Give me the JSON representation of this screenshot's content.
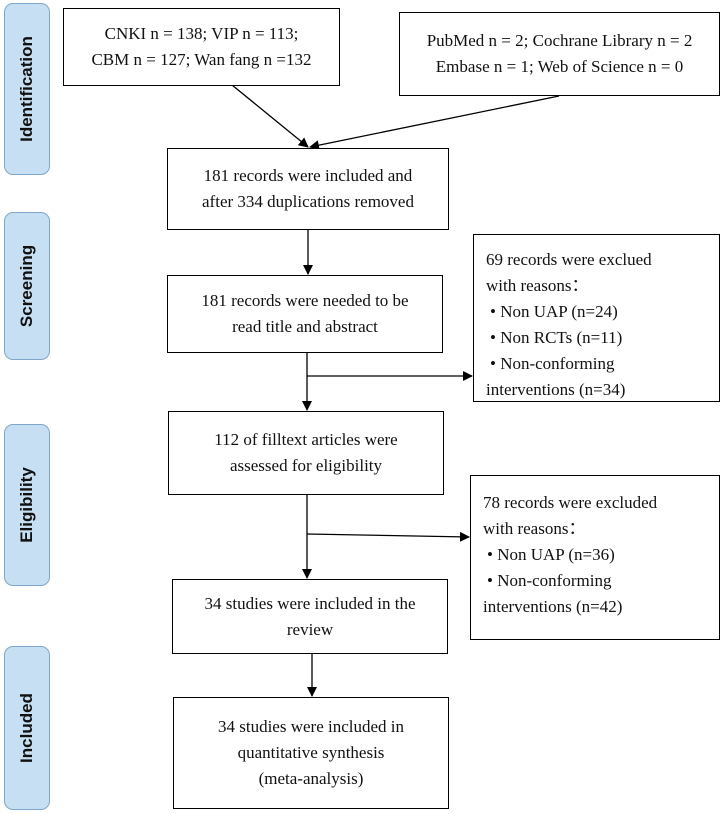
{
  "stages": [
    {
      "label": "Identification"
    },
    {
      "label": "Screening"
    },
    {
      "label": "Eligibility"
    },
    {
      "label": "Included"
    }
  ],
  "sources": {
    "chinese": [
      "CNKI n = 138; VIP n = 113;",
      "CBM n = 127; Wan fang n =132"
    ],
    "english": [
      "PubMed n = 2; Cochrane Library n = 2",
      "Embase n = 1; Web of Science n = 0"
    ]
  },
  "flow": {
    "after_duplicates": [
      "181 records were included and",
      "after 334 duplications removed"
    ],
    "title_abstract": [
      "181 records were needed to be",
      "read title and abstract"
    ],
    "fulltext": [
      "112 of filltext articles were",
      "assessed for eligibility"
    ],
    "review": [
      "34 studies were included in the",
      "review"
    ],
    "synthesis": [
      "34 studies were included in",
      "quantitative synthesis",
      "(meta-analysis)"
    ]
  },
  "exclusions": {
    "screening": {
      "heading": [
        "69 records were exclued",
        "with reasons："
      ],
      "reasons": [
        "• Non UAP (n=24)",
        "• Non RCTs (n=11)",
        "• Non-conforming",
        "interventions (n=34)"
      ]
    },
    "eligibility": {
      "heading": [
        "78 records were excluded",
        "with reasons："
      ],
      "reasons": [
        "• Non UAP (n=36)",
        "• Non-conforming",
        "interventions (n=42)"
      ]
    }
  }
}
